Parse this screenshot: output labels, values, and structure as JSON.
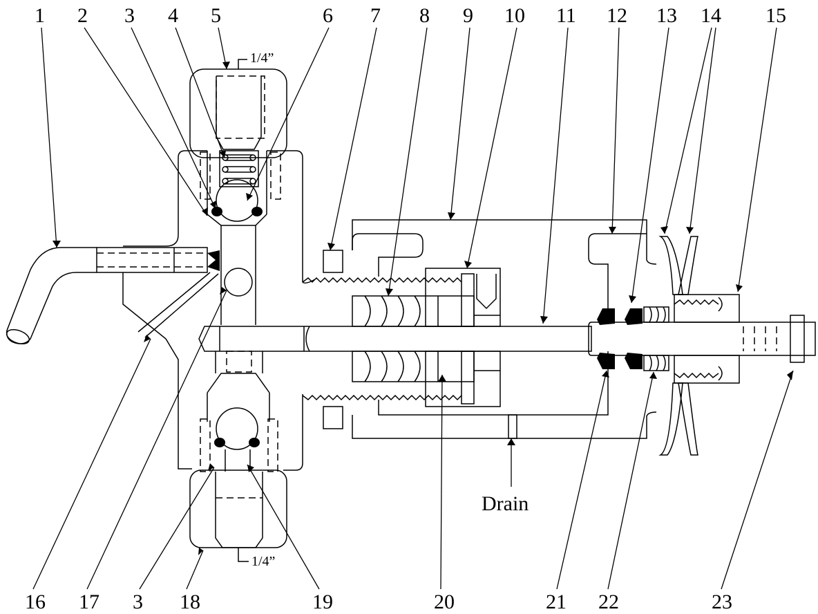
{
  "diagram": {
    "top_numbers": [
      "1",
      "2",
      "3",
      "4",
      "5",
      "6",
      "7",
      "8",
      "9",
      "10",
      "11",
      "12",
      "13",
      "14",
      "15"
    ],
    "bottom_numbers": [
      "16",
      "17",
      "3",
      "18",
      "19",
      "20",
      "21",
      "22",
      "23"
    ],
    "highlight_color": "#1a8fd1",
    "highlight_number": "21",
    "port_top_label": "1/4”",
    "port_bottom_label": "1/4”",
    "drain_label": "Drain"
  }
}
